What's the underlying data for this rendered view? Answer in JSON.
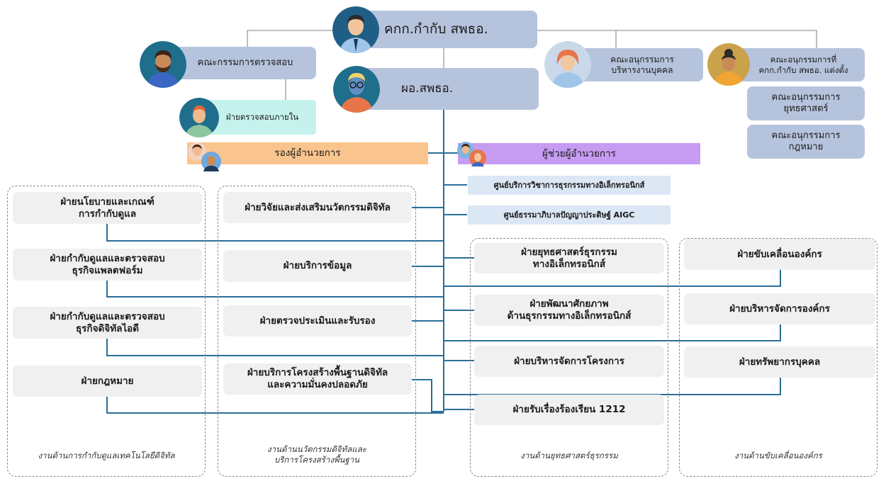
{
  "governance": {
    "board": "คกก.กำกับ สพธอ.",
    "audit_committee": "คณะกรรมการตรวจสอบ",
    "internal_audit": "ฝ่ายตรวจสอบภายใน",
    "director": "ผอ.สพธอ.",
    "hr_subcommittee": "คณะอนุกรรมการ\nบริหารงานบุคคล",
    "appointed_subcommittee": "คณะอนุกรรมการที่\nคกก.กำกับ สพธอ. แต่งตั้ง",
    "strategy_subcommittee": "คณะอนุกรรมการ\nยุทธศาสตร์",
    "law_subcommittee": "คณะอนุกรรมการ\nกฎหมาย"
  },
  "deputy_director": "รองผู้อำนวยการ",
  "assistant_director": "ผู้ช่วยผู้อำนวยการ",
  "centers": [
    "ศูนย์บริการวิชาการธุรกรรมทางอิเล็กทรอนิกส์",
    "ศูนย์ธรรมาภิบาลปัญญาประดิษฐ์ AIGC"
  ],
  "groups": {
    "regulation": {
      "caption": "งานด้านการกำกับดูแลเทคโนโลยีดิจิทัล",
      "depts": [
        "ฝ่ายนโยบายและเกณฑ์\nการกำกับดูแล",
        "ฝ่ายกำกับดูแลและตรวจสอบ\nธุรกิจแพลตฟอร์ม",
        "ฝ่ายกำกับดูแลและตรวจสอบ\nธุรกิจดิจิทัลไอดี",
        "ฝ่ายกฎหมาย"
      ]
    },
    "innovation": {
      "caption": "งานด้านนวัตกรรมดิจิทัลและ\nบริการโครงสร้างพื้นฐาน",
      "depts": [
        "ฝ่ายวิจัยและส่งเสริมนวัตกรรมดิจิทัล",
        "ฝ่ายบริการข้อมูล",
        "ฝ่ายตรวจประเมินและรับรอง",
        "ฝ่ายบริการโครงสร้างพื้นฐานดิจิทัล\nและความมั่นคงปลอดภัย"
      ]
    },
    "strategy": {
      "caption": "งานด้านยุทธศาสตร์ธุรกรรม",
      "depts": [
        "ฝ่ายยุทธศาสตร์ธุรกรรม\nทางอิเล็กทรอนิกส์",
        "ฝ่ายพัฒนาศักยภาพ\nด้านธุรกรรมทางอิเล็กทรอนิกส์",
        "ฝ่ายบริหารจัดการโครงการ",
        "ฝ่ายรับเรื่องร้องเรียน 1212"
      ]
    },
    "org": {
      "caption": "งานด้านขับเคลื่อนองค์กร",
      "depts": [
        "ฝ่ายขับเคลื่อนองค์กร",
        "ฝ่ายบริหารจัดการองค์กร",
        "ฝ่ายทรัพยากรบุคคล"
      ]
    }
  },
  "colors": {
    "gov_box": "#b6c3dc",
    "internal_audit": "#c5f2ec",
    "deputy": "#f9c48e",
    "assistant": "#c69cf3",
    "center": "#dbe7f5",
    "dept": "#f0f0f0",
    "line_blue": "#2a6f97",
    "line_grey": "#999999"
  }
}
